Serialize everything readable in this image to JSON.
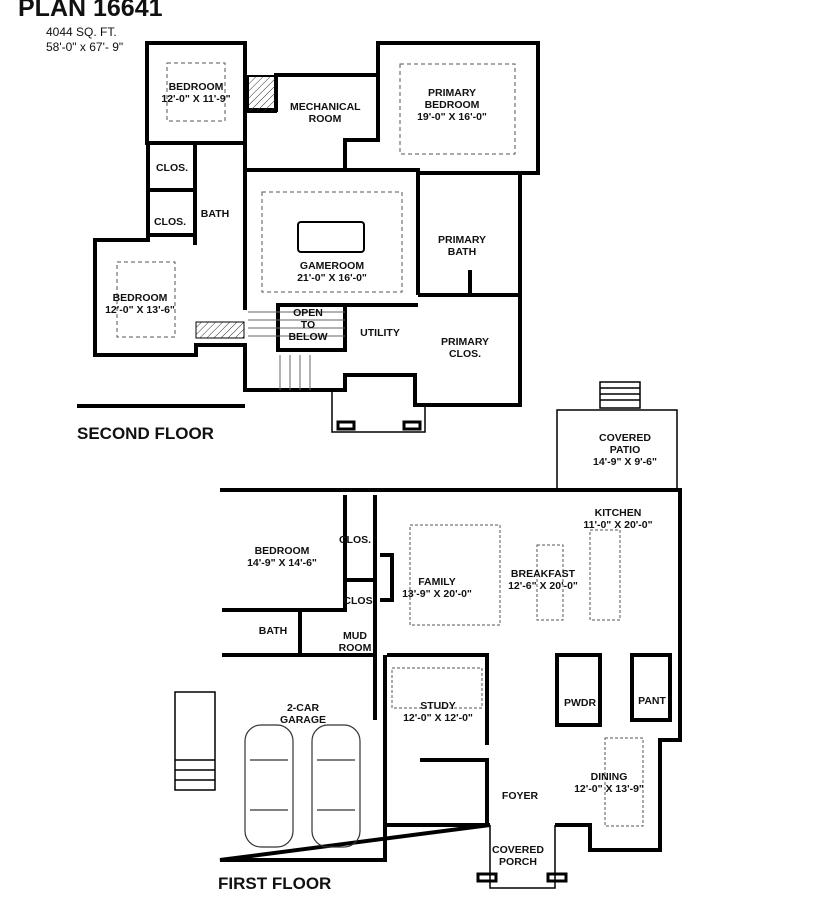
{
  "header": {
    "plan_title": "PLAN 16641",
    "square_feet": "4044 SQ. FT.",
    "dimensions": "58'-0\" x 67'- 9\""
  },
  "second_floor": {
    "label": "SECOND FLOOR",
    "rooms": [
      {
        "name": "BEDROOM",
        "size": "12'-0\" X 11'-9\""
      },
      {
        "name": "MECHANICAL ROOM",
        "size": ""
      },
      {
        "name": "PRIMARY BEDROOM",
        "size": "19'-0\" X 16'-0\""
      },
      {
        "name": "CLOS.",
        "size": ""
      },
      {
        "name": "CLOS.",
        "size": ""
      },
      {
        "name": "BATH",
        "size": ""
      },
      {
        "name": "BEDROOM",
        "size": "12'-0\" X 13'-6\""
      },
      {
        "name": "GAMEROOM",
        "size": "21'-0\" X 16'-0\""
      },
      {
        "name": "OPEN TO BELOW",
        "size": ""
      },
      {
        "name": "UTILITY",
        "size": ""
      },
      {
        "name": "PRIMARY BATH",
        "size": ""
      },
      {
        "name": "PRIMARY CLOS.",
        "size": ""
      }
    ]
  },
  "first_floor": {
    "label": "FIRST FLOOR",
    "rooms": [
      {
        "name": "COVERED PATIO",
        "size": "14'-9\" X 9'-6\""
      },
      {
        "name": "BEDROOM",
        "size": "14'-9\" X 14'-6\""
      },
      {
        "name": "CLOS.",
        "size": ""
      },
      {
        "name": "CLOS",
        "size": ""
      },
      {
        "name": "BATH",
        "size": ""
      },
      {
        "name": "MUD ROOM",
        "size": ""
      },
      {
        "name": "FAMILY",
        "size": "13'-9\" X 20'-0\""
      },
      {
        "name": "BREAKFAST",
        "size": "12'-6\" X 20'-0\""
      },
      {
        "name": "KITCHEN",
        "size": "11'-0\" X 20'-0\""
      },
      {
        "name": "2-CAR GARAGE",
        "size": ""
      },
      {
        "name": "STUDY",
        "size": "12'-0\" X 12'-0\""
      },
      {
        "name": "PWDR",
        "size": ""
      },
      {
        "name": "PANT",
        "size": ""
      },
      {
        "name": "DINING",
        "size": "12'-0\" X 13'-9\""
      },
      {
        "name": "FOYER",
        "size": ""
      },
      {
        "name": "COVERED PORCH",
        "size": ""
      }
    ]
  }
}
